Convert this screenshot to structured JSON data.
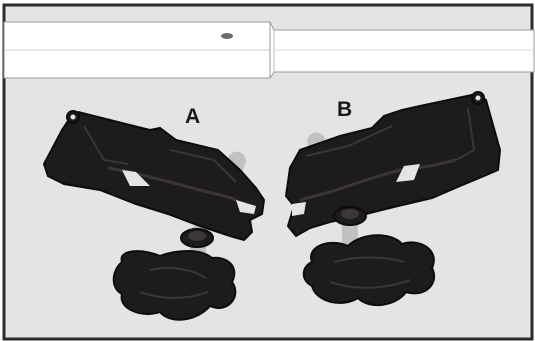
{
  "diagram": {
    "parts": [
      {
        "id": "A",
        "label": "A"
      },
      {
        "id": "B",
        "label": "B"
      }
    ],
    "colors": {
      "background": "#e3e4e6",
      "frame": "#2b2b2b",
      "rail": "#ffffff",
      "clamp_body": "#1e1b1b",
      "clamp_outline": "#0d0b0b",
      "bolt": "#bfc1c3"
    },
    "icons": [
      "rail-hole-icon",
      "mounting-hole-icon"
    ]
  }
}
